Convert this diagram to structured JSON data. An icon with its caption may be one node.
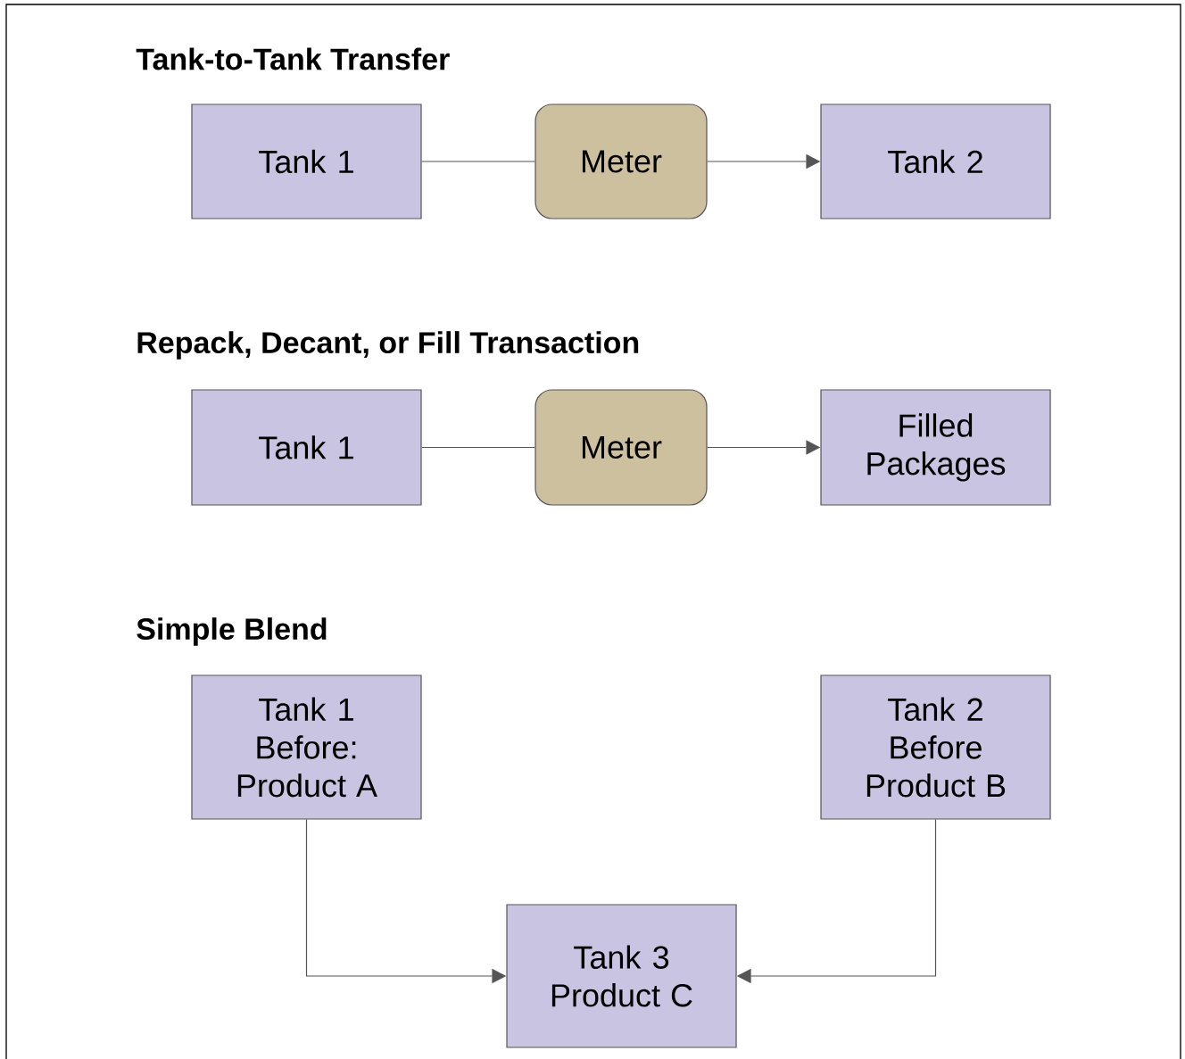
{
  "diagram": {
    "nodes": [
      {
        "text": [
          "Tank 1"
        ]
      },
      {
        "text": [
          "Meter"
        ]
      },
      {
        "text": [
          "Tank 2"
        ]
      },
      {
        "text": [
          "Tank 1"
        ]
      },
      {
        "text": [
          "Meter"
        ]
      },
      {
        "text": [
          "Filled Packages"
        ]
      },
      {
        "text": [
          "Tank 1 Before: Product A"
        ]
      },
      {
        "text": [
          "Tank 2 Before Product B"
        ]
      },
      {
        "text": [
          "Tank 3 Product C"
        ]
      }
    ],
    "edges": [
      {
        "from": 0,
        "to": 1,
        "arrow": "none"
      },
      {
        "from": 1,
        "to": 2,
        "arrow": "to"
      },
      {
        "from": 3,
        "to": 4,
        "arrow": "none"
      },
      {
        "from": 4,
        "to": 5,
        "arrow": "to"
      },
      {
        "from": 6,
        "to": 8,
        "arrow": "to"
      },
      {
        "from": 7,
        "to": 8,
        "arrow": "to"
      }
    ],
    "labels": [
      "Tank-to-Tank Transfer",
      "Repack, Decant, or Fill Transaction",
      "Simple Blend"
    ]
  }
}
